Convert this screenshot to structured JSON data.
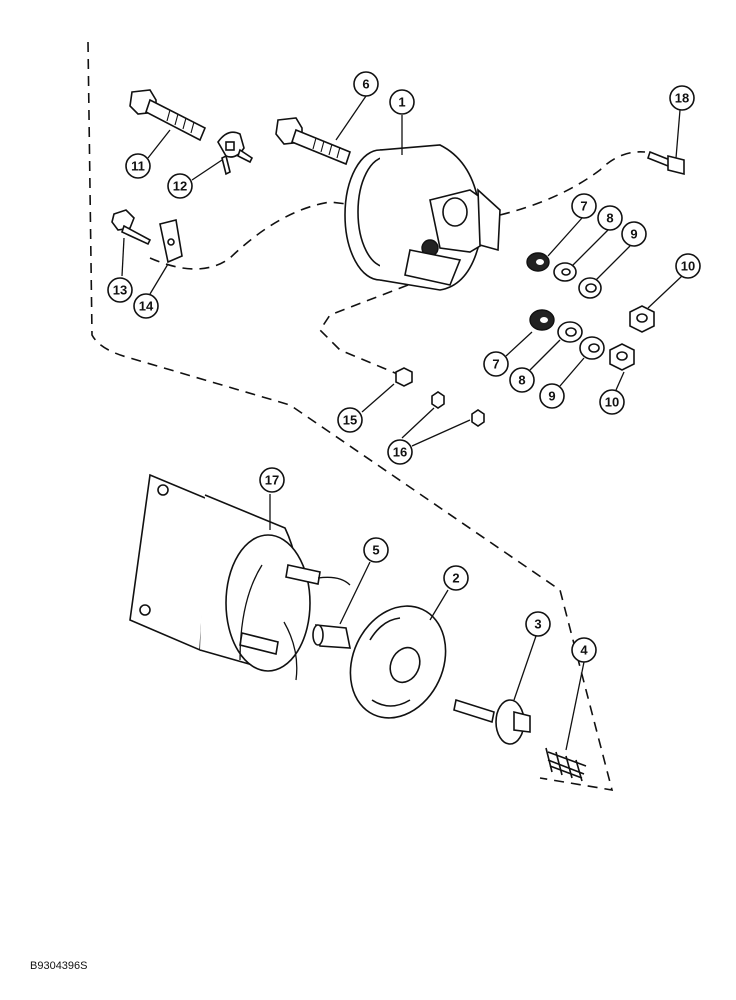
{
  "callouts": [
    {
      "id": "c1",
      "label": "1"
    },
    {
      "id": "c2",
      "label": "2"
    },
    {
      "id": "c3",
      "label": "3"
    },
    {
      "id": "c4",
      "label": "4"
    },
    {
      "id": "c5",
      "label": "5"
    },
    {
      "id": "c6",
      "label": "6"
    },
    {
      "id": "c7a",
      "label": "7"
    },
    {
      "id": "c7b",
      "label": "7"
    },
    {
      "id": "c8a",
      "label": "8"
    },
    {
      "id": "c8b",
      "label": "8"
    },
    {
      "id": "c9a",
      "label": "9"
    },
    {
      "id": "c9b",
      "label": "9"
    },
    {
      "id": "c10a",
      "label": "10"
    },
    {
      "id": "c10b",
      "label": "10"
    },
    {
      "id": "c11",
      "label": "11"
    },
    {
      "id": "c12",
      "label": "12"
    },
    {
      "id": "c13",
      "label": "13"
    },
    {
      "id": "c14",
      "label": "14"
    },
    {
      "id": "c15",
      "label": "15"
    },
    {
      "id": "c16",
      "label": "16"
    },
    {
      "id": "c17",
      "label": "17"
    },
    {
      "id": "c18",
      "label": "18"
    }
  ],
  "figure_code": "B9304396S"
}
